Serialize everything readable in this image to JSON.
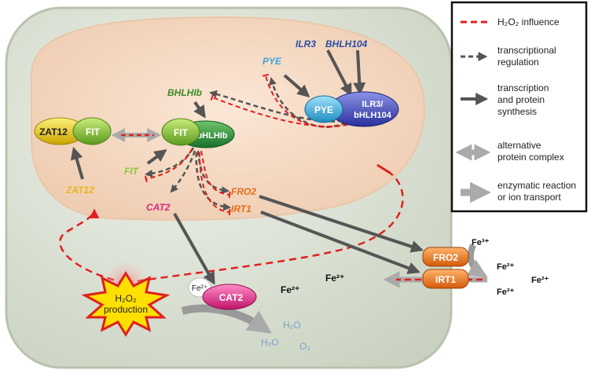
{
  "colors": {
    "cell_fill": "#dfe6d8",
    "cell_stroke": "#9aa58f",
    "nucleus_fill": "#f4d9c3",
    "h2o2_influence": "#e0201f",
    "arrow_gray": "#555555",
    "alt_complex_gray": "#aaaaaa",
    "blue_gene": "#2b4fa3",
    "cyan_gene": "#3aa9d8",
    "green_gene": "#3b8a2a",
    "lime_gene": "#8cc63f",
    "orange_gene": "#e46c1a",
    "yellow_gene": "#e4b81a",
    "pink_gene": "#d42a82",
    "fe_label_blue": "#7d9dcf"
  },
  "nucleus_labels": {
    "ilr3": "ILR3",
    "bhlh104": "BHLH104",
    "pye": "PYE",
    "bhlhib": "BHLHIb",
    "zat12": "ZAT12",
    "fit": "FIT",
    "cat2": "CAT2",
    "fro2": "FRO2",
    "irt1": "IRT1"
  },
  "proteins": {
    "zat12": "ZAT12",
    "fit_with_zat12": "FIT",
    "fit": "FIT",
    "bhlhib": "bHLHIb",
    "pye": "PYE",
    "ilr3_line1": "ILR3/",
    "ilr3_line2": "bHLH104",
    "fro2": "FRO2",
    "irt1": "IRT1",
    "cat2": "CAT2"
  },
  "h2o2_burst": {
    "line1": "H₂O₂",
    "line2": "production"
  },
  "ions": {
    "fe2_on_cat2": "Fe²⁺",
    "fe2_cytosol_a": "Fe²⁺",
    "fe2_cytosol_b": "Fe²⁺",
    "fe3_outside": "Fe³⁺",
    "fe2_outside_a": "Fe²⁺",
    "fe2_outside_b": "Fe²⁺",
    "fe2_outside_c": "Fe²⁺"
  },
  "products": {
    "h2o_a": "H₂O",
    "h2o_b": "H₂O",
    "o2": "O₂"
  },
  "legend": {
    "items": [
      {
        "icon": "dashed-red-line-icon",
        "line1": "H₂O₂ influence",
        "line2": ""
      },
      {
        "icon": "dashed-gray-arrow-icon",
        "line1": "transcriptional",
        "line2": "regulation"
      },
      {
        "icon": "solid-gray-arrow-icon",
        "line1": "transcription",
        "line2": "and protein",
        "line3": "synthesis"
      },
      {
        "icon": "double-arrow-icon",
        "line1": "alternative",
        "line2": "protein complex"
      },
      {
        "icon": "thick-arrow-icon",
        "line1": "enzymatic reaction",
        "line2": "or ion transport"
      }
    ]
  }
}
